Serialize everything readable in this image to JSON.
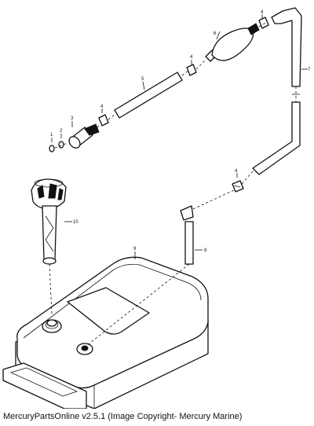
{
  "callouts": {
    "c1": "1",
    "c2": "2",
    "c3": "3",
    "c4a": "4",
    "c4b": "4",
    "c4c": "4",
    "c4d": "4",
    "c5": "5",
    "c6": "6",
    "c7": "7",
    "c8": "8",
    "c9": "9",
    "c10": "10"
  },
  "footer": {
    "caption": "MercuryPartsOnline v2.5.1 (Image Copyright- Mercury Marine)"
  }
}
